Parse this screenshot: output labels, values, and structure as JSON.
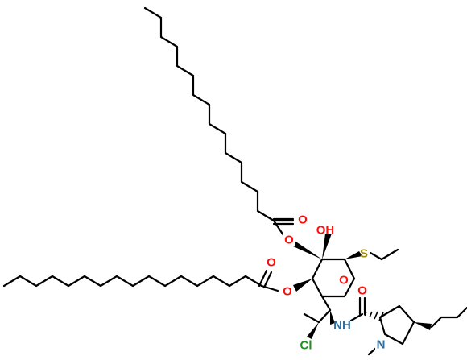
{
  "colors": {
    "bond": "#000000",
    "oxygen": "#ff0d0d",
    "nitrogen": "#2f6f9f",
    "sulfur": "#9c8a00",
    "chlorine": "#1f8f1f",
    "background": "#ffffff"
  },
  "atoms": {
    "ester_upper_carbonyl_o": "O",
    "ester_upper_o": "O",
    "hydroxyl": "OH",
    "thioether_s": "S",
    "ring_o": "O",
    "ester_lower_carbonyl_o": "O",
    "ester_lower_o": "O",
    "amide_o": "O",
    "amide_nh": "NH",
    "chloro": "Cl",
    "pyrrolidine_n": "N"
  }
}
